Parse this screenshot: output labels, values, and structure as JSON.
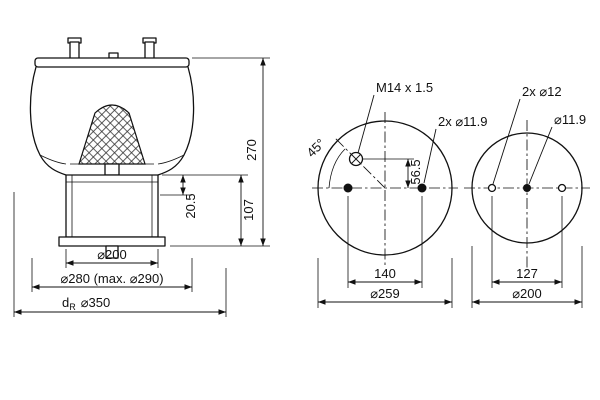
{
  "side_view": {
    "height_overall": "270",
    "piston_height": "107",
    "clearance": "20.5",
    "piston_diameter": "⌀200",
    "bellows_diameter": "⌀280 (max. ⌀290)",
    "rolling_prefix": "d",
    "rolling_sub": "R",
    "rolling_diameter": "⌀350"
  },
  "top_view": {
    "air_port": "M14 x 1.5",
    "stud_holes": "2x ⌀11.9",
    "angle": "45°",
    "port_offset": "56.5",
    "stud_spacing": "140",
    "plate_diameter": "⌀259"
  },
  "bottom_view": {
    "outer_holes": "2x ⌀12",
    "center_hole": "⌀11.9",
    "hole_spacing": "127",
    "plate_diameter": "⌀200"
  }
}
